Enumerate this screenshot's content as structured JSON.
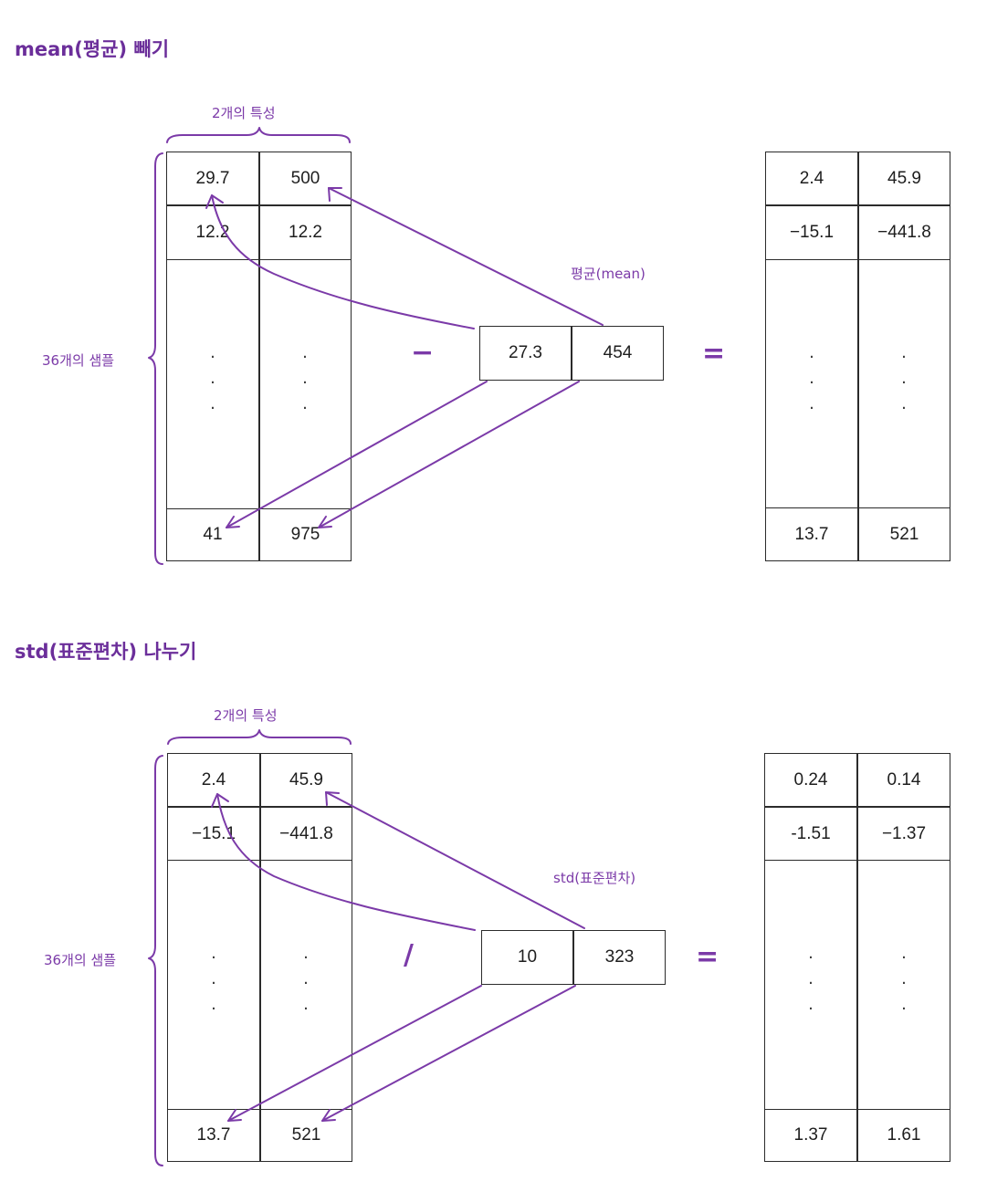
{
  "accent": "#7b3aa8",
  "mean_section": {
    "title": "mean(평균) 빼기",
    "feature_label": "2개의 특성",
    "sample_label": "36개의 샘플",
    "operator": "−",
    "equals": "=",
    "vector_label": "평균(mean)",
    "input": {
      "row1": [
        "29.7",
        "500"
      ],
      "row2": [
        "12.2",
        "12.2"
      ],
      "last": [
        "41",
        "975"
      ]
    },
    "vector": [
      "27.3",
      "454"
    ],
    "result": {
      "row1": [
        "2.4",
        "45.9"
      ],
      "row2": [
        "−15.1",
        "−441.8"
      ],
      "last": [
        "13.7",
        "521"
      ]
    }
  },
  "std_section": {
    "title": "std(표준편차) 나누기",
    "feature_label": "2개의 특성",
    "sample_label": "36개의 샘플",
    "operator": "/",
    "equals": "=",
    "vector_label": "std(표준편차)",
    "input": {
      "row1": [
        "2.4",
        "45.9"
      ],
      "row2": [
        "−15.1",
        "−441.8"
      ],
      "last": [
        "13.7",
        "521"
      ]
    },
    "vector": [
      "10",
      "323"
    ],
    "result": {
      "row1": [
        "0.24",
        "0.14"
      ],
      "row2": [
        "-1.51",
        "−1.37"
      ],
      "last": [
        "1.37",
        "1.61"
      ]
    }
  },
  "ellipsis": "·\n·\n·"
}
